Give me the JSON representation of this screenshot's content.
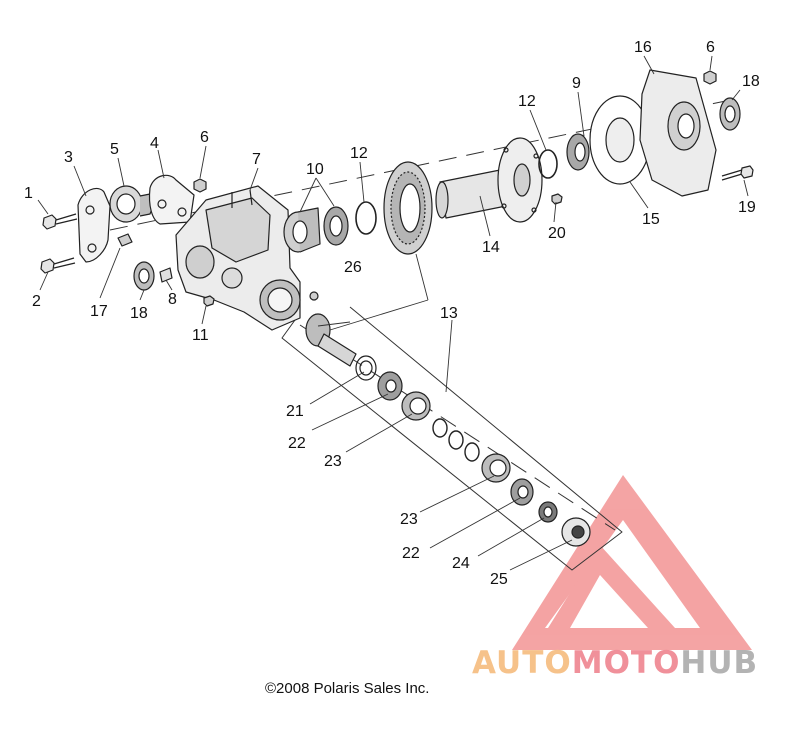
{
  "diagram": {
    "callouts": [
      {
        "id": "c1",
        "label": "1"
      },
      {
        "id": "c2",
        "label": "2"
      },
      {
        "id": "c3",
        "label": "3"
      },
      {
        "id": "c4",
        "label": "4"
      },
      {
        "id": "c5",
        "label": "5"
      },
      {
        "id": "c6a",
        "label": "6"
      },
      {
        "id": "c6b",
        "label": "6"
      },
      {
        "id": "c7",
        "label": "7"
      },
      {
        "id": "c8",
        "label": "8"
      },
      {
        "id": "c9",
        "label": "9"
      },
      {
        "id": "c10",
        "label": "10"
      },
      {
        "id": "c11",
        "label": "11"
      },
      {
        "id": "c12a",
        "label": "12"
      },
      {
        "id": "c12b",
        "label": "12"
      },
      {
        "id": "c13",
        "label": "13"
      },
      {
        "id": "c14",
        "label": "14"
      },
      {
        "id": "c15",
        "label": "15"
      },
      {
        "id": "c16",
        "label": "16"
      },
      {
        "id": "c17",
        "label": "17"
      },
      {
        "id": "c18a",
        "label": "18"
      },
      {
        "id": "c18b",
        "label": "18"
      },
      {
        "id": "c19",
        "label": "19"
      },
      {
        "id": "c20",
        "label": "20"
      },
      {
        "id": "c21",
        "label": "21"
      },
      {
        "id": "c22a",
        "label": "22"
      },
      {
        "id": "c22b",
        "label": "22"
      },
      {
        "id": "c23a",
        "label": "23"
      },
      {
        "id": "c23b",
        "label": "23"
      },
      {
        "id": "c24",
        "label": "24"
      },
      {
        "id": "c25",
        "label": "25"
      },
      {
        "id": "c26",
        "label": "26"
      }
    ]
  },
  "copyright": "©2008 Polaris Sales Inc.",
  "watermark": {
    "part1": "AUTO",
    "part2": "MOTO",
    "part3": "HUB",
    "colors": {
      "auto": "#f6c28a",
      "moto": "#f0909a",
      "hub": "#b3b3b3",
      "triangle": "#f39a9a"
    }
  }
}
